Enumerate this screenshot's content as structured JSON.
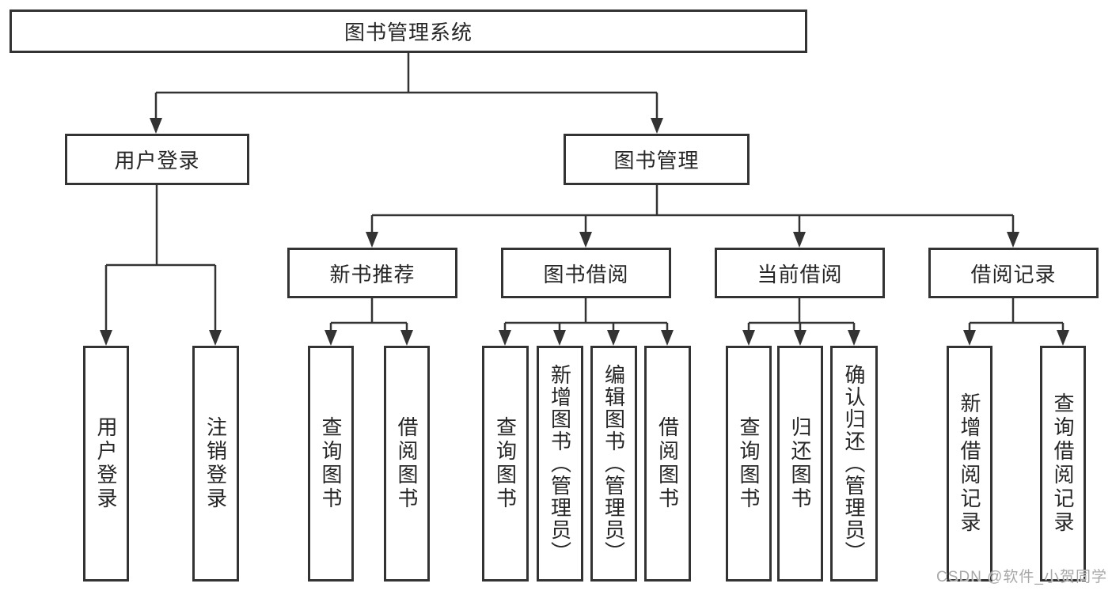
{
  "colors": {
    "line": "#333333",
    "text": "#262626",
    "background": "#ffffff",
    "watermark": "#a8a8a8"
  },
  "tree": {
    "root": {
      "label": "图书管理系统",
      "children": [
        {
          "label": "用户登录",
          "children": [
            {
              "label": "用户登录"
            },
            {
              "label": "注销登录"
            }
          ]
        },
        {
          "label": "图书管理",
          "children": [
            {
              "label": "新书推荐",
              "children": [
                {
                  "label": "查询图书"
                },
                {
                  "label": "借阅图书"
                }
              ]
            },
            {
              "label": "图书借阅",
              "children": [
                {
                  "label": "查询图书"
                },
                {
                  "label": "新增图书（管理员）"
                },
                {
                  "label": "编辑图书（管理员）"
                },
                {
                  "label": "借阅图书"
                }
              ]
            },
            {
              "label": "当前借阅",
              "children": [
                {
                  "label": "查询图书"
                },
                {
                  "label": "归还图书"
                },
                {
                  "label": "确认归还（管理员）"
                }
              ]
            },
            {
              "label": "借阅记录",
              "children": [
                {
                  "label": "新增借阅记录"
                },
                {
                  "label": "查询借阅记录"
                }
              ]
            }
          ]
        }
      ]
    }
  },
  "watermark": {
    "text": "CSDN @软件_小贺同学"
  }
}
